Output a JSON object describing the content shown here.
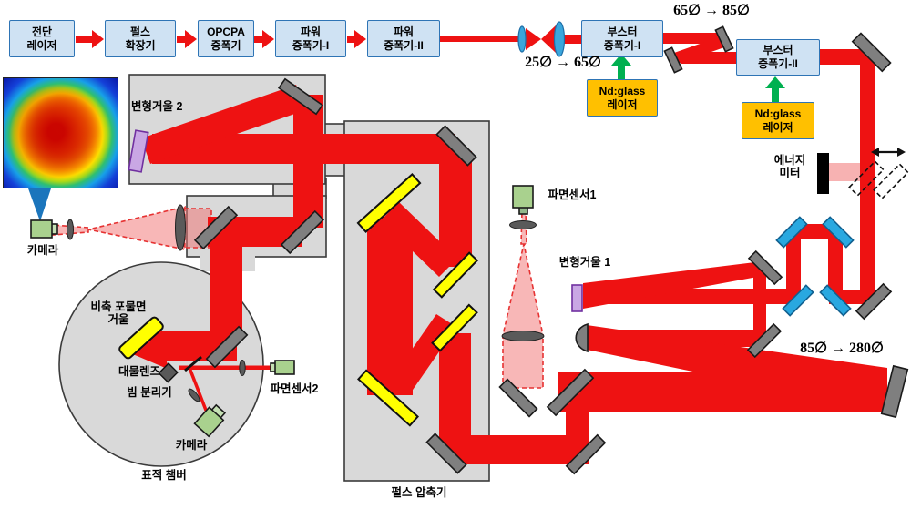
{
  "colors": {
    "beam_red": "#ee1212",
    "beam_pink": "#f7b2b2",
    "room_gray": "#d9d9d9",
    "mirror_gray": "#7f7f7f",
    "cyan_mirror": "#29a8e0",
    "grating_yellow": "#ffff00",
    "deformable_purple": "#c9a7e4",
    "sensor_green": "#a9d18e",
    "pump_orange": "#ffc000",
    "chain_box_blue": "#cfe2f3",
    "chain_border_blue": "#2e74b5",
    "pump_arrow_green": "#00b050"
  },
  "chain": {
    "boxes": [
      {
        "l1": "전단",
        "l2": "레이저"
      },
      {
        "l1": "펄스",
        "l2": "확장기"
      },
      {
        "l1": "OPCPA",
        "l2": "증폭기"
      },
      {
        "l1": "파워",
        "l2": "증폭기-I"
      },
      {
        "l1": "파워",
        "l2": "증폭기-II"
      },
      {
        "l1": "부스터",
        "l2": "증폭기-I"
      },
      {
        "l1": "부스터",
        "l2": "증폭기-II"
      }
    ]
  },
  "pump": {
    "boxes": [
      {
        "l1": "Nd:glass",
        "l2": "레이저"
      },
      {
        "l1": "Nd:glass",
        "l2": "레이저"
      }
    ]
  },
  "annotations": {
    "expand_25_65": "25∅ → 65∅",
    "expand_65_85": "65∅ → 85∅",
    "expand_85_280": "85∅ → 280∅",
    "energy_meter_l1": "에너지",
    "energy_meter_l2": "미터",
    "deformable_mirror_1": "변형거울 1",
    "deformable_mirror_2": "변형거울 2",
    "wavefront_sensor_1": "파면센서1",
    "wavefront_sensor_2": "파면센서2",
    "camera_top": "카메라",
    "camera_chamber": "카메라",
    "oap_l1": "비축 포물면",
    "oap_l2": "거울",
    "objective_lens": "대물렌즈",
    "beam_splitter": "빔 분리기",
    "target_chamber": "표적 챔버",
    "pulse_compressor": "펄스 압축기"
  }
}
